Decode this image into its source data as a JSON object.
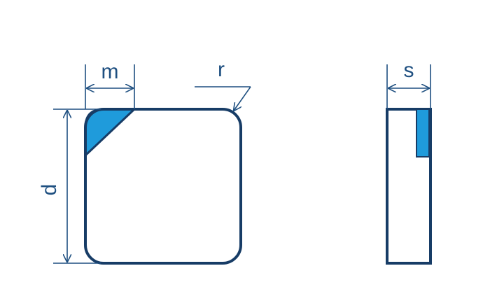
{
  "dimensions": {
    "m": "m",
    "r": "r",
    "d": "d",
    "s": "s"
  },
  "colors": {
    "outline": "#173c66",
    "dimension": "#1e4f80",
    "fill": "#1f9bdb",
    "background": "#ffffff"
  }
}
